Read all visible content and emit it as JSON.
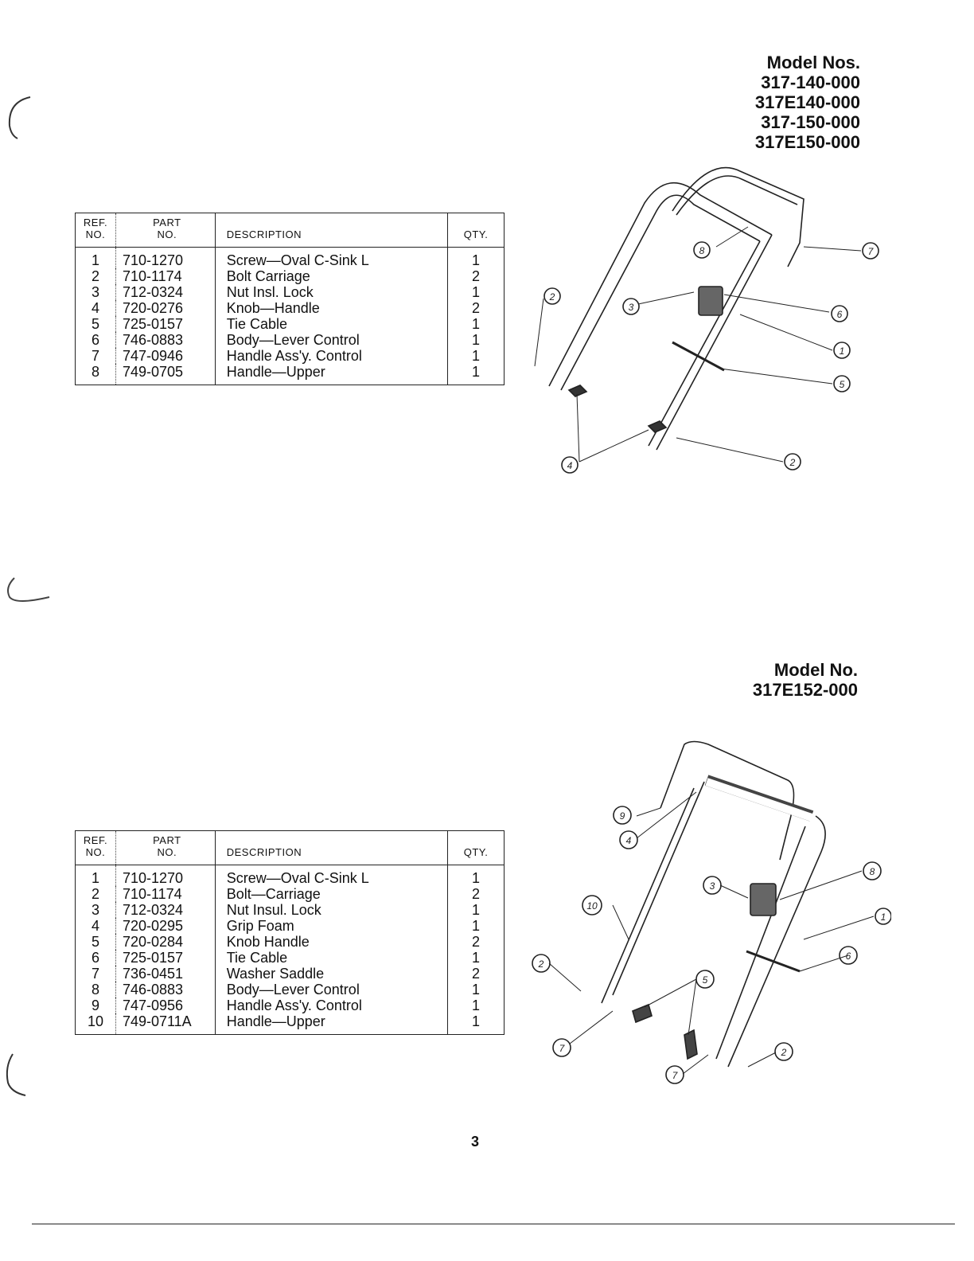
{
  "section1": {
    "model_heading": "Model Nos.",
    "models": [
      "317-140-000",
      "317E140-000",
      "317-150-000",
      "317E150-000"
    ],
    "columns": {
      "ref": [
        "REF.",
        "NO."
      ],
      "part": [
        "PART",
        "NO."
      ],
      "description": "DESCRIPTION",
      "qty": "QTY."
    },
    "rows": [
      {
        "ref": "1",
        "part": "710-1270",
        "description": "Screw—Oval C-Sink L",
        "qty": "1"
      },
      {
        "ref": "2",
        "part": "710-1174",
        "description": "Bolt Carriage",
        "qty": "2"
      },
      {
        "ref": "3",
        "part": "712-0324",
        "description": "Nut Insl. Lock",
        "qty": "1"
      },
      {
        "ref": "4",
        "part": "720-0276",
        "description": "Knob—Handle",
        "qty": "2"
      },
      {
        "ref": "5",
        "part": "725-0157",
        "description": "Tie Cable",
        "qty": "1"
      },
      {
        "ref": "6",
        "part": "746-0883",
        "description": "Body—Lever Control",
        "qty": "1"
      },
      {
        "ref": "7",
        "part": "747-0946",
        "description": "Handle Ass'y. Control",
        "qty": "1"
      },
      {
        "ref": "8",
        "part": "749-0705",
        "description": "Handle—Upper",
        "qty": "1"
      }
    ],
    "callouts": [
      "8",
      "7",
      "2",
      "3",
      "6",
      "1",
      "5",
      "4",
      "2"
    ]
  },
  "section2": {
    "model_heading": "Model No.",
    "models": [
      "317E152-000"
    ],
    "columns": {
      "ref": [
        "REF.",
        "NO."
      ],
      "part": [
        "PART",
        "NO."
      ],
      "description": "DESCRIPTION",
      "qty": "QTY."
    },
    "rows": [
      {
        "ref": "1",
        "part": "710-1270",
        "description": "Screw—Oval C-Sink L",
        "qty": "1"
      },
      {
        "ref": "2",
        "part": "710-1174",
        "description": "Bolt—Carriage",
        "qty": "2"
      },
      {
        "ref": "3",
        "part": "712-0324",
        "description": "Nut Insul. Lock",
        "qty": "1"
      },
      {
        "ref": "4",
        "part": "720-0295",
        "description": "Grip Foam",
        "qty": "1"
      },
      {
        "ref": "5",
        "part": "720-0284",
        "description": "Knob Handle",
        "qty": "2"
      },
      {
        "ref": "6",
        "part": "725-0157",
        "description": "Tie Cable",
        "qty": "1"
      },
      {
        "ref": "7",
        "part": "736-0451",
        "description": "Washer Saddle",
        "qty": "2"
      },
      {
        "ref": "8",
        "part": "746-0883",
        "description": "Body—Lever Control",
        "qty": "1"
      },
      {
        "ref": "9",
        "part": "747-0956",
        "description": "Handle Ass'y. Control",
        "qty": "1"
      },
      {
        "ref": "10",
        "part": "749-0711A",
        "description": "Handle—Upper",
        "qty": "1"
      }
    ],
    "callouts": [
      "9",
      "4",
      "8",
      "3",
      "1",
      "10",
      "6",
      "5",
      "2",
      "7",
      "7",
      "2"
    ]
  },
  "page_number": "3"
}
